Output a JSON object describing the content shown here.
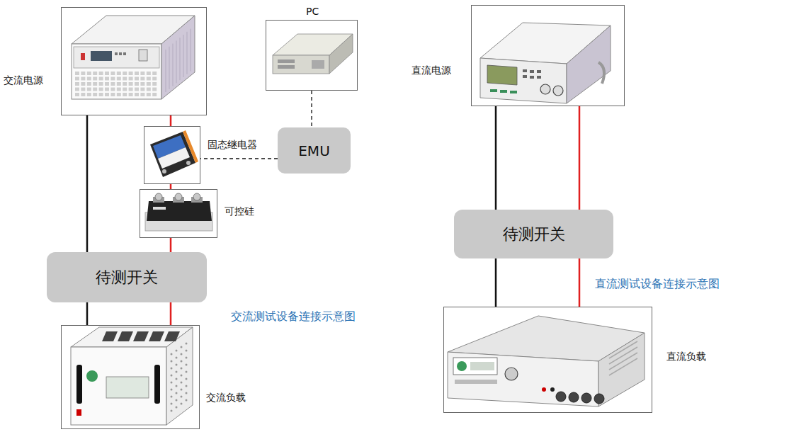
{
  "diagram": {
    "nodes": [
      {
        "text": [
          "交流电源"
        ]
      },
      {
        "text": [
          "PC"
        ]
      },
      {
        "text": [
          "直流电源"
        ]
      },
      {
        "text": [
          "固态继电器"
        ]
      },
      {
        "text": [
          "EMU"
        ]
      },
      {
        "text": [
          "可控硅"
        ]
      },
      {
        "text": [
          "待测开关"
        ]
      },
      {
        "text": [
          "待测开关"
        ]
      },
      {
        "text": [
          "交流负载"
        ]
      },
      {
        "text": [
          "直流负载"
        ]
      }
    ],
    "edges": [
      {
        "from": 0,
        "to": 3,
        "arrow": "none"
      },
      {
        "from": 3,
        "to": 5,
        "arrow": "none"
      },
      {
        "from": 5,
        "to": 6,
        "arrow": "none"
      },
      {
        "from": 6,
        "to": 8,
        "arrow": "none"
      },
      {
        "from": 0,
        "to": 6,
        "arrow": "none"
      },
      {
        "from": 6,
        "to": 8,
        "arrow": "none"
      },
      {
        "from": 1,
        "to": 4,
        "arrow": "none"
      },
      {
        "from": 4,
        "to": 3,
        "arrow": "none"
      },
      {
        "from": 2,
        "to": 7,
        "arrow": "none"
      },
      {
        "from": 2,
        "to": 7,
        "arrow": "none"
      },
      {
        "from": 7,
        "to": 9,
        "arrow": "none"
      },
      {
        "from": 7,
        "to": 9,
        "arrow": "none"
      }
    ],
    "labels": [
      "交流测试设备连接示意图",
      "直流测试设备连接示意图"
    ]
  }
}
